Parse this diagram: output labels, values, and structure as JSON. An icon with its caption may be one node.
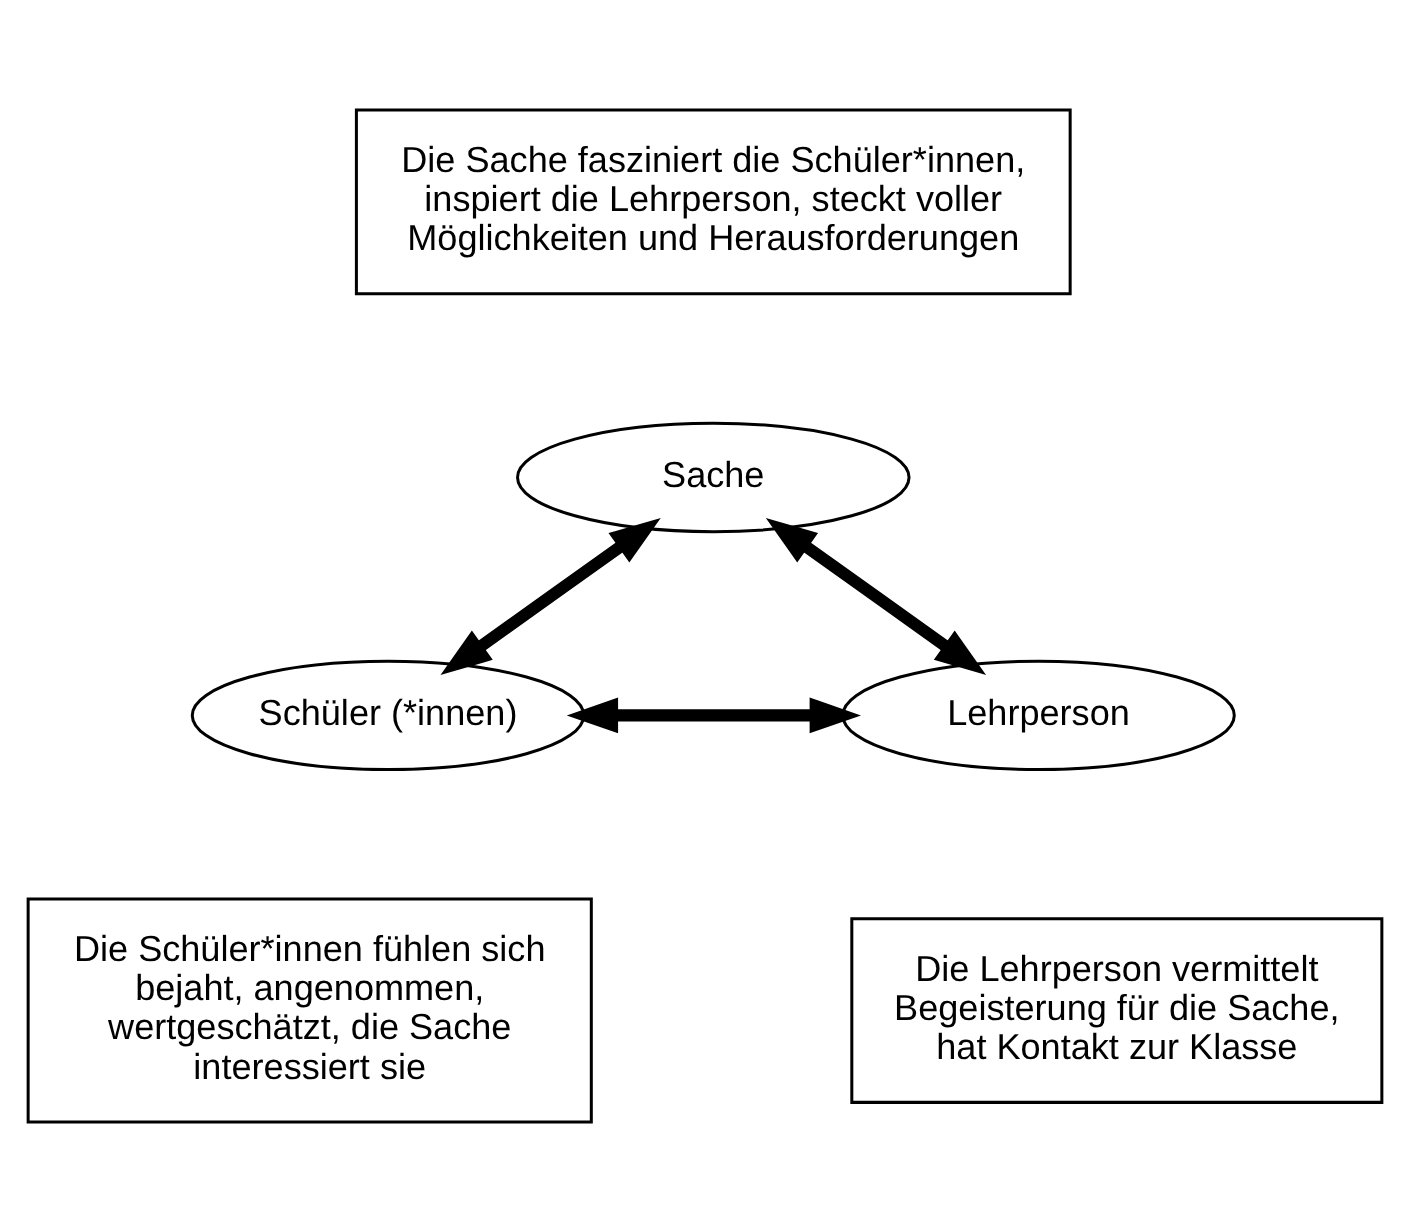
{
  "diagram": {
    "nodes": [
      {
        "text": [
          "Die Sache fasziniert die Schüler*innen, inspiert die Lehrperson, steckt voller Möglichkeiten und Herausforderungen"
        ]
      },
      {
        "text": [
          "Sache"
        ]
      },
      {
        "text": [
          "Schüler (*innen)"
        ]
      },
      {
        "text": [
          "Lehrperson"
        ]
      },
      {
        "text": [
          "Die Schüler*innen fühlen sich bejaht, angenommen, wertgeschätzt, die Sache interessiert sie"
        ]
      },
      {
        "text": [
          "Die Lehrperson vermittelt Begeisterung für die Sache, hat Kontakt zur Klasse"
        ]
      }
    ],
    "edges": [
      {
        "from": 1,
        "to": 2,
        "arrow": "both"
      },
      {
        "from": 1,
        "to": 3,
        "arrow": "both"
      },
      {
        "from": 2,
        "to": 3,
        "arrow": "both"
      }
    ]
  }
}
